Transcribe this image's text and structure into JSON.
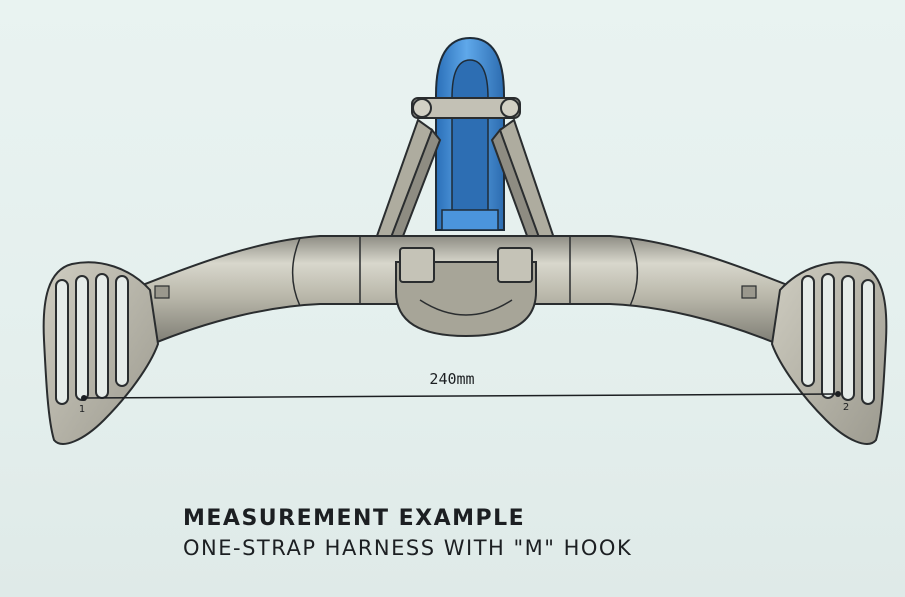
{
  "diagram": {
    "measurement_label": "240mm",
    "point_labels": [
      "1",
      "2"
    ]
  },
  "caption": {
    "title": "MEASUREMENT EXAMPLE",
    "subtitle": "ONE-STRAP HARNESS WITH \"M\" HOOK"
  },
  "colors": {
    "background": "#e6f1ef",
    "bar_metal": "#b5b3a6",
    "hook_blue": "#3f8fd6",
    "outline": "#2a2d2f",
    "text": "#1c1f22"
  }
}
